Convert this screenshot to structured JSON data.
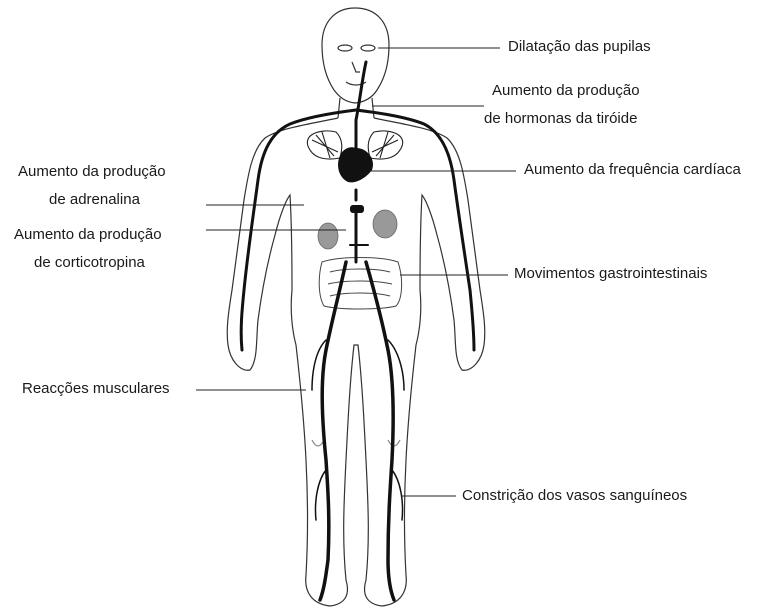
{
  "labels": {
    "pupils": "Dilatação das pupilas",
    "thyroid_l1": "Aumento da produção",
    "thyroid_l2": "de hormonas da tiróide",
    "heart": "Aumento da frequência cardíaca",
    "adrenaline_l1": "Aumento da produção",
    "adrenaline_l2": "de adrenalina",
    "cortico_l1": "Aumento da produção",
    "cortico_l2": "de corticotropina",
    "gi": "Movimentos gastrointestinais",
    "muscles": "Reacções musculares",
    "vessels": "Constrição dos vasos sanguíneos"
  }
}
